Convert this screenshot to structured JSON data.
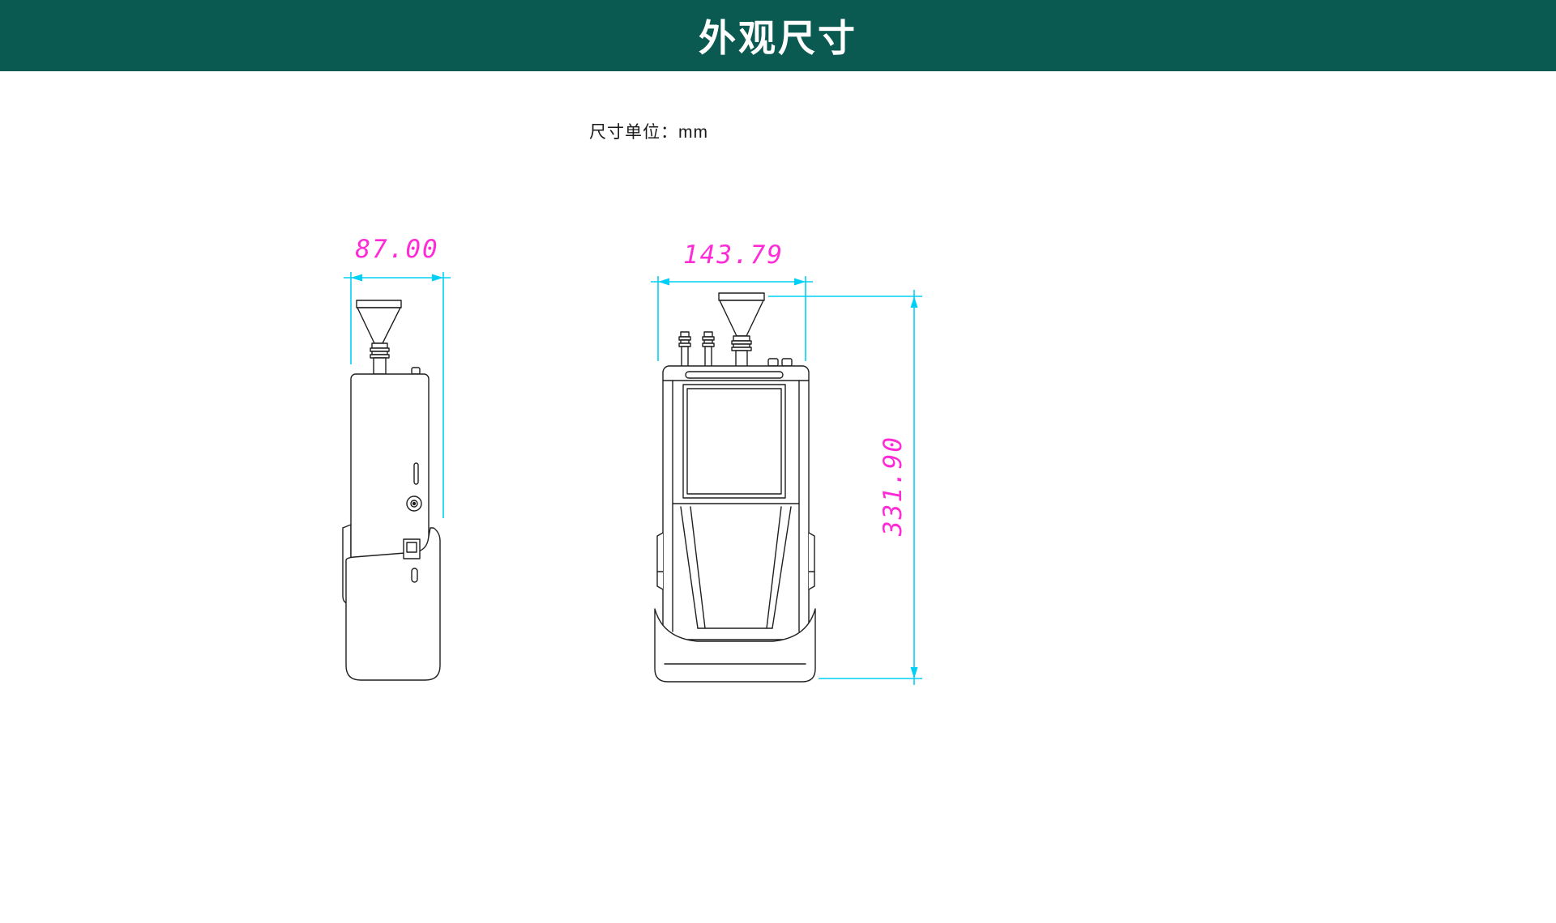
{
  "header": {
    "title": "外观尺寸",
    "bg_color": "#0b5a51",
    "text_color": "#ffffff"
  },
  "note": {
    "unit_label": "尺寸单位：mm"
  },
  "drawing": {
    "colors": {
      "outline": "#1f1f1f",
      "dimension_line": "#00d0f5",
      "dimension_text": "#ff2bd6"
    },
    "side_view": {
      "width": "87.00"
    },
    "front_view": {
      "width": "143.79",
      "height": "331.90"
    }
  }
}
